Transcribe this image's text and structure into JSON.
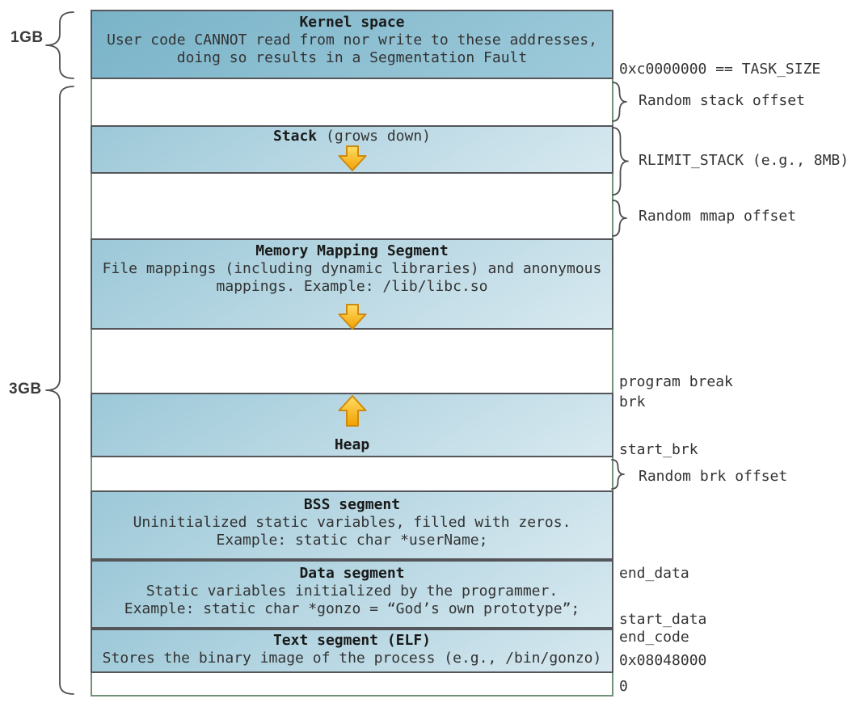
{
  "left_labels": {
    "kernel_size": "1GB",
    "user_size": "3GB"
  },
  "segments": {
    "kernel": {
      "title": "Kernel space",
      "line1": "User code CANNOT read from nor write to these addresses,",
      "line2": "doing so results in a Segmentation Fault"
    },
    "stack": {
      "title": "Stack",
      "subtitle": " (grows down)"
    },
    "mmap": {
      "title": "Memory Mapping Segment",
      "line1": "File mappings (including dynamic libraries) and anonymous",
      "line2": "mappings. Example: /lib/libc.so"
    },
    "heap": {
      "title": "Heap"
    },
    "bss": {
      "title": "BSS segment",
      "line1": "Uninitialized static variables, filled with zeros.",
      "line2": "Example: static char *userName;"
    },
    "data": {
      "title": "Data segment",
      "line1": "Static variables initialized by the programmer.",
      "line2": "Example: static char *gonzo = “God’s own prototype”;"
    },
    "text": {
      "title": "Text segment (ELF)",
      "line1": "Stores the binary image of the process (e.g., /bin/gonzo)"
    }
  },
  "right_labels": {
    "task_size": "0xc0000000 == TASK_SIZE",
    "random_stack_offset": "Random stack offset",
    "rlimit_stack": "RLIMIT_STACK (e.g., 8MB)",
    "random_mmap_offset": "Random mmap offset",
    "program_break": "program break",
    "brk": "brk",
    "start_brk": "start_brk",
    "random_brk_offset": "Random brk offset",
    "end_data": "end_data",
    "start_data": "start_data",
    "end_code": "end_code",
    "text_start_address": "0x08048000",
    "zero_address": "0"
  },
  "colors": {
    "segment_fill_top": "#9cc8d8",
    "segment_fill_bottom": "#d8e9f0",
    "kernel_fill_top": "#7ab3c8",
    "kernel_fill_bottom": "#9ecbdb",
    "box_border": "#54565a",
    "gap_border": "#6f9178",
    "brace_color": "#4e4e4e",
    "arrow_fill_top": "#ffdd66",
    "arrow_fill_bottom": "#f2a100",
    "arrow_border": "#cd8a0d",
    "text_color": "#333333",
    "title_color": "#1a1a1a"
  }
}
